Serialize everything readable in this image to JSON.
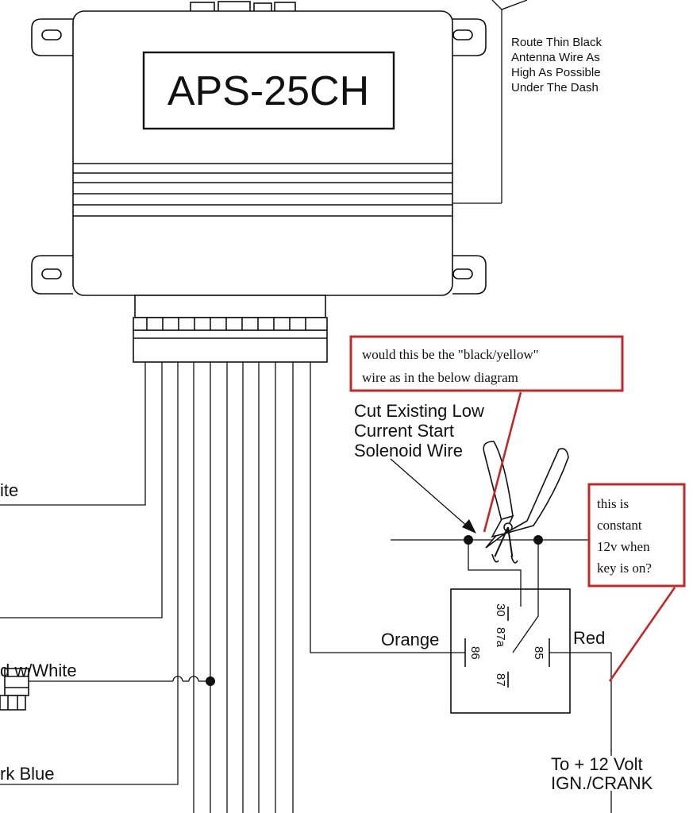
{
  "module": {
    "label": "APS-25CH"
  },
  "antenna_note": {
    "lines": [
      "Route Thin Black",
      "Antenna Wire As",
      "High As Possible",
      "Under The Dash"
    ]
  },
  "wire_labels": {
    "white": "ite",
    "red_white": "d w/White",
    "dark_blue": "rk Blue",
    "orange": "Orange",
    "red": "Red"
  },
  "cut_note": {
    "lines": [
      "Cut Existing Low",
      "Current Start",
      "Solenoid Wire"
    ]
  },
  "question_box": {
    "lines": [
      "would this be the \"black/yellow\"",
      "wire as in the below diagram"
    ]
  },
  "constant_box": {
    "lines": [
      "this is",
      "constant",
      "12v when",
      "key is on?"
    ]
  },
  "relay_pins": {
    "p30": "30",
    "p87a": "87a",
    "p86": "86",
    "p85": "85",
    "p87": "87"
  },
  "ign_label": {
    "lines": [
      "To + 12 Volt",
      "IGN./CRANK"
    ]
  },
  "colors": {
    "annotation": "#c0282a",
    "line": "#111111"
  }
}
